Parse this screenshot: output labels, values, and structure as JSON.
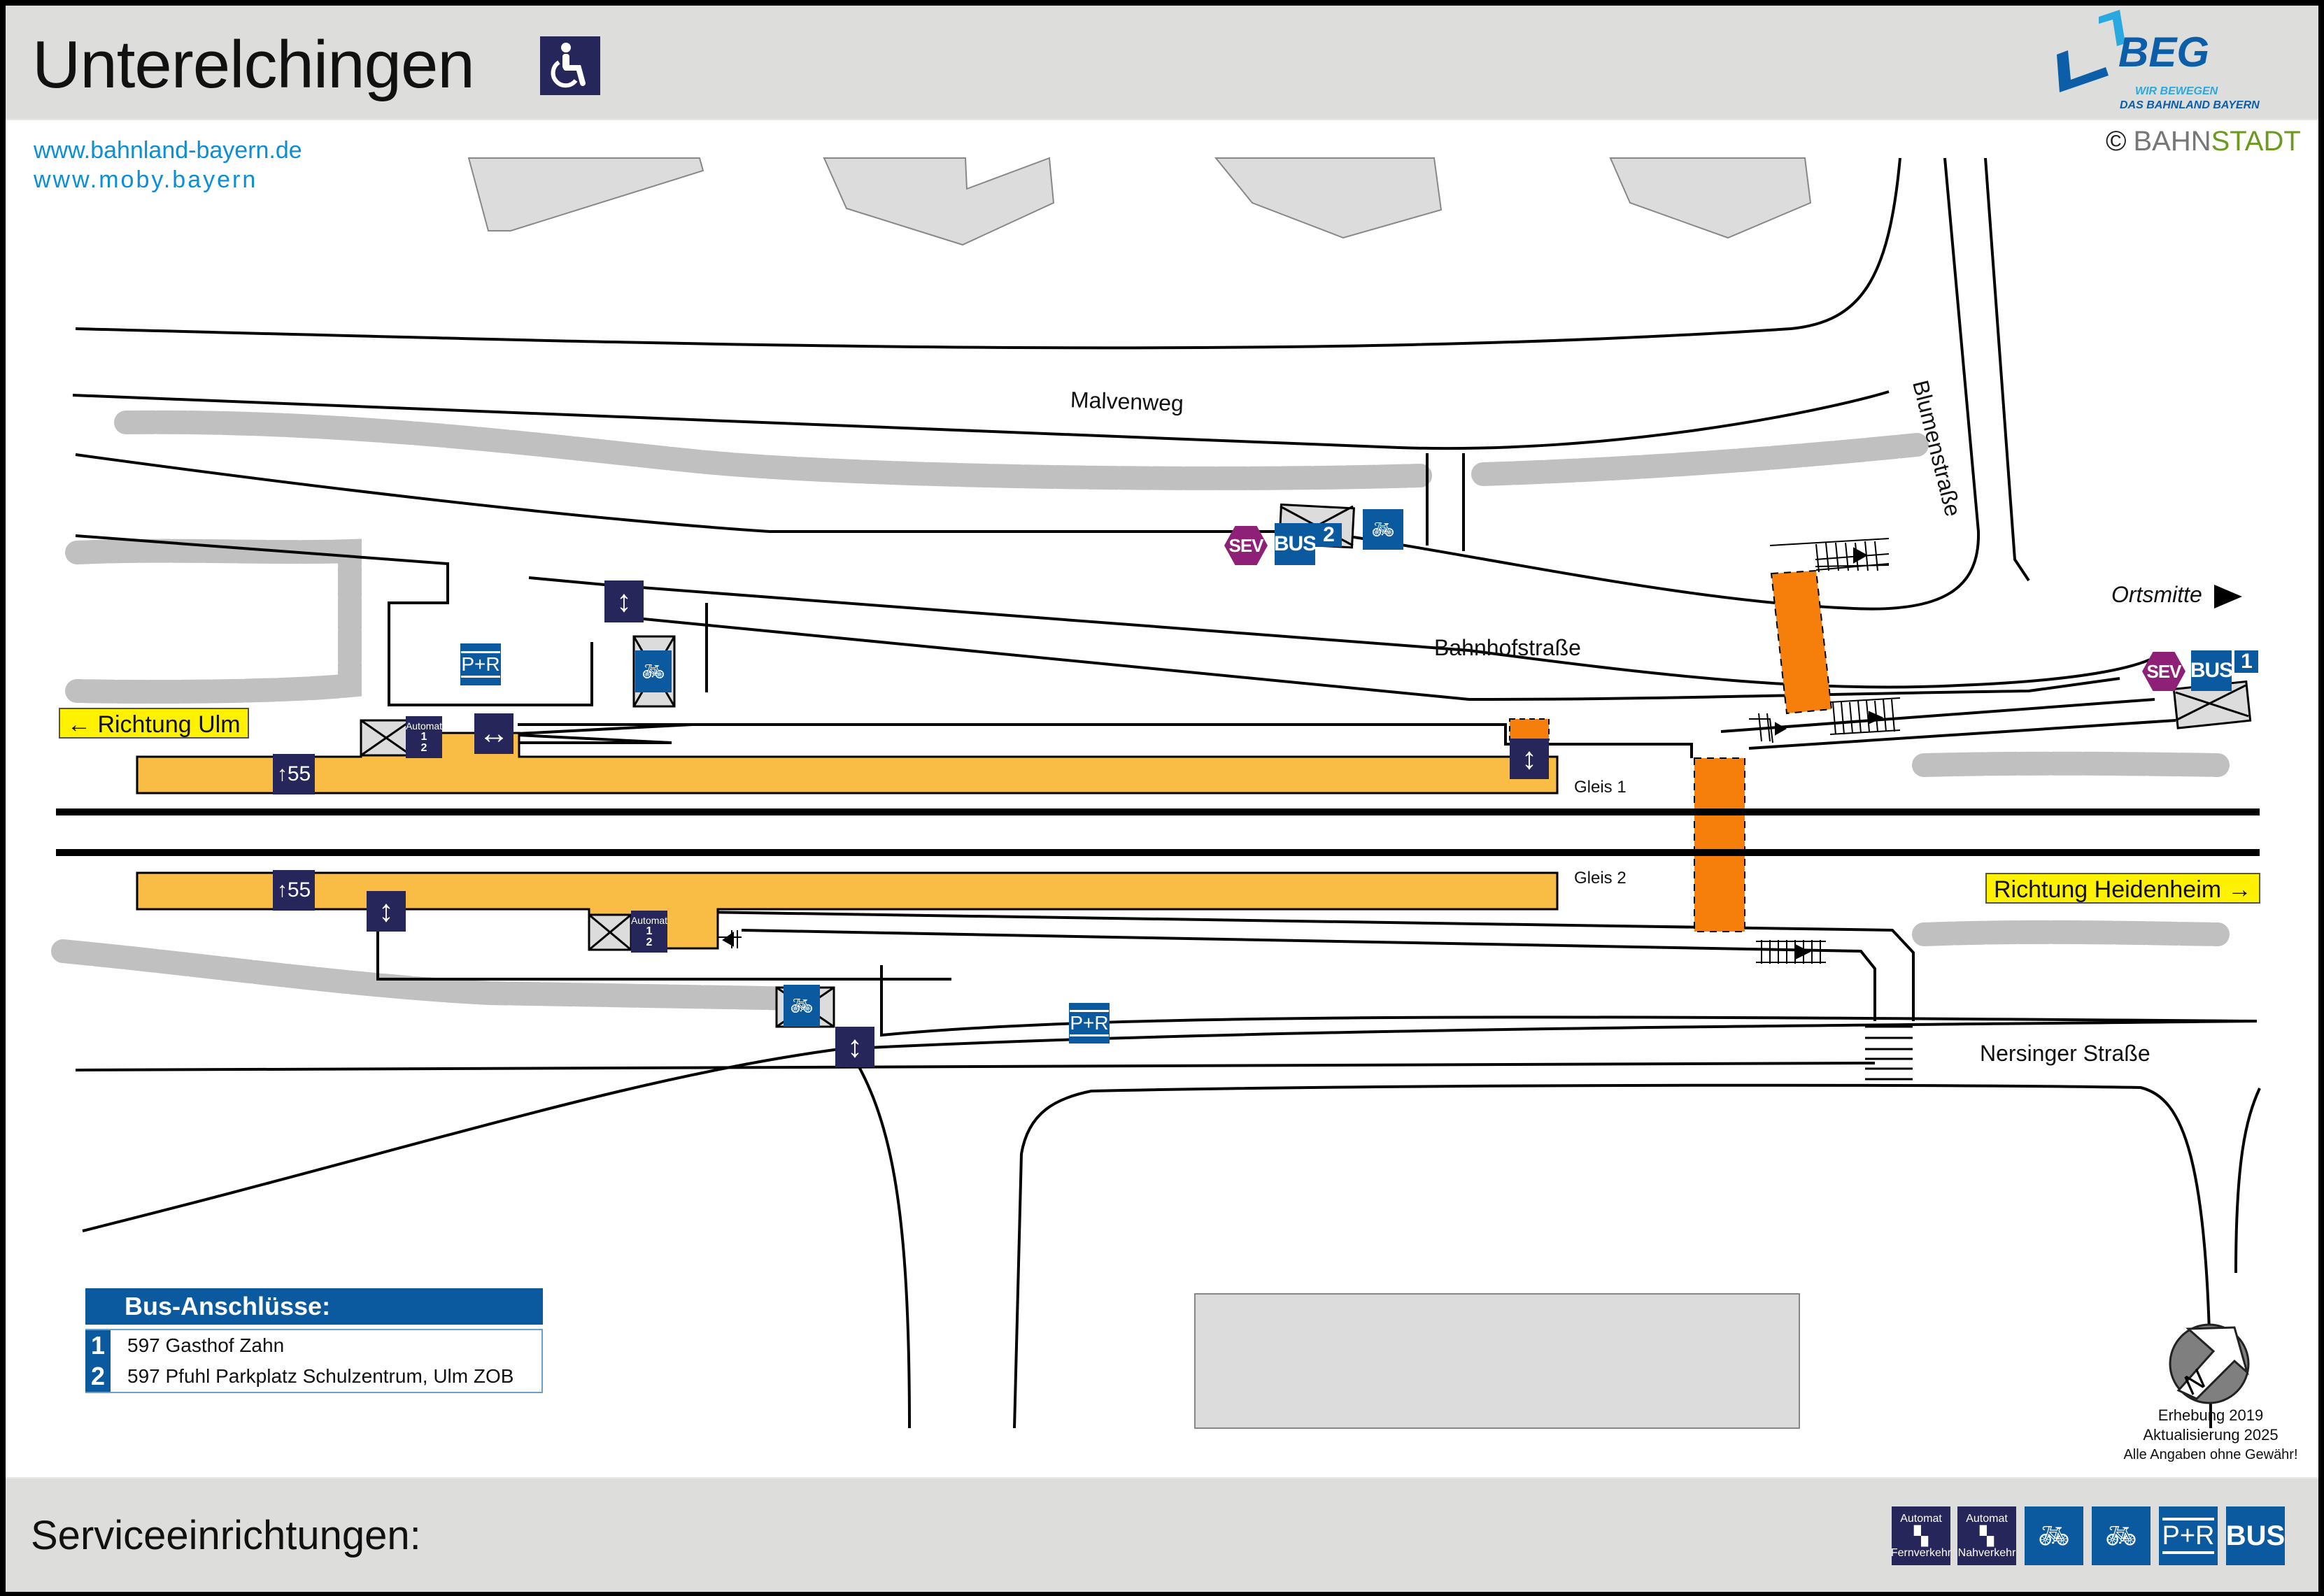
{
  "header": {
    "station_name": "Unterelchingen",
    "accessibility_icon": "wheelchair-icon",
    "brand": {
      "logo_text": "BEG",
      "tagline_1": "WIR BEWEGEN",
      "tagline_2": "DAS BAHNLAND BAYERN"
    },
    "links": [
      "www.bahnland-bayern.de",
      "www.moby.bayern"
    ],
    "copyright": {
      "symbol": "©",
      "part1": "BAHN",
      "part2": "STADT"
    }
  },
  "map": {
    "streets": {
      "malvenweg": "Malvenweg",
      "bahnhofstrasse": "Bahnhofstraße",
      "blumenstrasse": "Blumenstraße",
      "nersinger_strasse": "Nersinger Straße"
    },
    "directions": {
      "ulm": "Richtung Ulm",
      "ulm_arrow": "←",
      "heidenheim": "Richtung Heidenheim",
      "heidenheim_arrow": "→",
      "ortsmitte": "Ortsmitte"
    },
    "tracks": {
      "gleis_1": "Gleis 1",
      "gleis_2": "Gleis 2"
    },
    "platform_height_1": "55",
    "platform_height_2": "55",
    "automat_label": "Automat",
    "ticket_numbers": [
      "1",
      "2"
    ],
    "bus_stops": [
      {
        "sev": "SEV",
        "bus": "BUS",
        "number": "2"
      },
      {
        "sev": "SEV",
        "bus": "BUS",
        "number": "1"
      }
    ],
    "park_ride_label": "P+R",
    "colors": {
      "platform": "#f9bc45",
      "underpass": "#f57f0a",
      "navy_icon": "#27265a",
      "blue_icon": "#0b5aa0",
      "sev": "#8e2077",
      "direction_sign": "#fff200",
      "vegetation": "#c0c0c0",
      "building": "#dcdcdc"
    }
  },
  "bus_connections": {
    "title": "Bus-Anschlüsse:",
    "rows": [
      {
        "number": "1",
        "text": "597 Gasthof Zahn"
      },
      {
        "number": "2",
        "text": "597 Pfuhl Parkplatz Schulzentrum, Ulm ZOB"
      }
    ]
  },
  "info": {
    "survey": "Erhebung 2019",
    "update": "Aktualisierung 2025",
    "disclaimer": "Alle Angaben ohne Gewähr!",
    "north": "N"
  },
  "footer": {
    "title": "Serviceeinrichtungen:",
    "services": [
      {
        "icon": "ticket-machine-icon",
        "top": "Automat",
        "bottom": "Fernverkehr"
      },
      {
        "icon": "ticket-machine-icon",
        "top": "Automat",
        "bottom": "Nahverkehr"
      },
      {
        "icon": "covered-bike-parking-icon",
        "label": ""
      },
      {
        "icon": "bike-parking-icon",
        "label": ""
      },
      {
        "icon": "park-and-ride-icon",
        "label": "P+R"
      },
      {
        "icon": "bus-icon",
        "label": "BUS"
      }
    ]
  }
}
